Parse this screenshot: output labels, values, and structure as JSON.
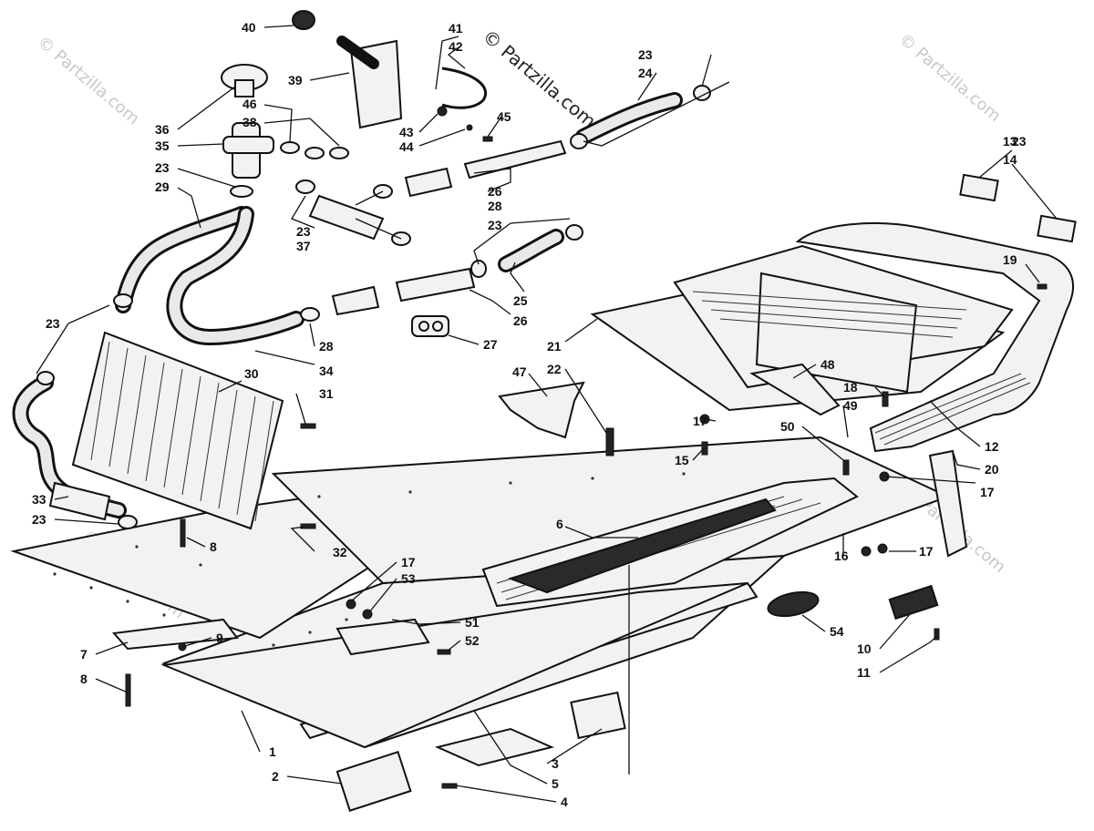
{
  "watermark": {
    "main": "© Partzilla.com",
    "repeat": "© Partzilla.com"
  },
  "callouts": [
    {
      "id": "c40",
      "label": "40"
    },
    {
      "id": "c41",
      "label": "41"
    },
    {
      "id": "c42",
      "label": "42"
    },
    {
      "id": "c39",
      "label": "39"
    },
    {
      "id": "c36",
      "label": "36"
    },
    {
      "id": "c46",
      "label": "46"
    },
    {
      "id": "c38",
      "label": "38"
    },
    {
      "id": "c43",
      "label": "43"
    },
    {
      "id": "c44",
      "label": "44"
    },
    {
      "id": "c45",
      "label": "45"
    },
    {
      "id": "c35",
      "label": "35"
    },
    {
      "id": "c23a",
      "label": "23"
    },
    {
      "id": "c29",
      "label": "29"
    },
    {
      "id": "c23b",
      "label": "23"
    },
    {
      "id": "c37",
      "label": "37"
    },
    {
      "id": "c28a",
      "label": "28"
    },
    {
      "id": "c23c",
      "label": "23"
    },
    {
      "id": "c26a",
      "label": "26"
    },
    {
      "id": "c23d",
      "label": "23"
    },
    {
      "id": "c24",
      "label": "24"
    },
    {
      "id": "c23e",
      "label": "23"
    },
    {
      "id": "c13",
      "label": "13"
    },
    {
      "id": "c14",
      "label": "14"
    },
    {
      "id": "c19",
      "label": "19"
    },
    {
      "id": "c25",
      "label": "25"
    },
    {
      "id": "c26b",
      "label": "26"
    },
    {
      "id": "c27",
      "label": "27"
    },
    {
      "id": "c28b",
      "label": "28"
    },
    {
      "id": "c34",
      "label": "34"
    },
    {
      "id": "c23f",
      "label": "23"
    },
    {
      "id": "c30",
      "label": "30"
    },
    {
      "id": "c31",
      "label": "31"
    },
    {
      "id": "c21",
      "label": "21"
    },
    {
      "id": "c22",
      "label": "22"
    },
    {
      "id": "c47",
      "label": "47"
    },
    {
      "id": "c48",
      "label": "48"
    },
    {
      "id": "c18",
      "label": "18"
    },
    {
      "id": "c49",
      "label": "49"
    },
    {
      "id": "c17a",
      "label": "17"
    },
    {
      "id": "c50",
      "label": "50"
    },
    {
      "id": "c12",
      "label": "12"
    },
    {
      "id": "c15",
      "label": "15"
    },
    {
      "id": "c20",
      "label": "20"
    },
    {
      "id": "c17b",
      "label": "17"
    },
    {
      "id": "c33",
      "label": "33"
    },
    {
      "id": "c23g",
      "label": "23"
    },
    {
      "id": "c8a",
      "label": "8"
    },
    {
      "id": "c32",
      "label": "32"
    },
    {
      "id": "c6",
      "label": "6"
    },
    {
      "id": "c16",
      "label": "16"
    },
    {
      "id": "c17c",
      "label": "17"
    },
    {
      "id": "c17d",
      "label": "17"
    },
    {
      "id": "c53",
      "label": "53"
    },
    {
      "id": "c51",
      "label": "51"
    },
    {
      "id": "c52",
      "label": "52"
    },
    {
      "id": "c54",
      "label": "54"
    },
    {
      "id": "c10",
      "label": "10"
    },
    {
      "id": "c11",
      "label": "11"
    },
    {
      "id": "c7",
      "label": "7"
    },
    {
      "id": "c9",
      "label": "9"
    },
    {
      "id": "c8b",
      "label": "8"
    },
    {
      "id": "c1",
      "label": "1"
    },
    {
      "id": "c3",
      "label": "3"
    },
    {
      "id": "c2",
      "label": "2"
    },
    {
      "id": "c5",
      "label": "5"
    },
    {
      "id": "c4",
      "label": "4"
    }
  ]
}
